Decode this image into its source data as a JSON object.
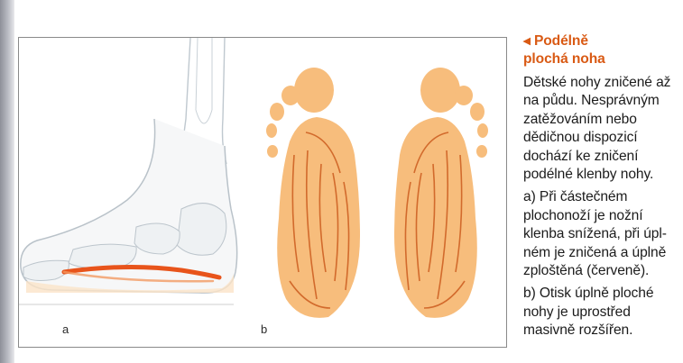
{
  "figure": {
    "panel_a_label": "a",
    "panel_b_label": "b"
  },
  "caption": {
    "title_line1": "◂ Podélně",
    "title_line2": "plochá noha",
    "para1": [
      "Dětské nohy zničené až",
      "na půdu. Nesprávným",
      "zatěžováním nebo",
      "dědičnou dispozicí",
      "dochází ke zničení",
      "podélné klenby nohy."
    ],
    "para2": [
      "a) Při částečném",
      "plochonoží je nožní",
      "klenba snížená, při úpl-",
      "ném je zničená a úplně",
      "zploštěná (červeně)."
    ],
    "para3": [
      "b) Otisk úplně ploché",
      "nohy je uprostřed",
      "masivně rozšířen."
    ]
  },
  "colors": {
    "accent": "#d95a14",
    "footprint": "#f7bd7c",
    "arch_red": "#e8541b"
  }
}
